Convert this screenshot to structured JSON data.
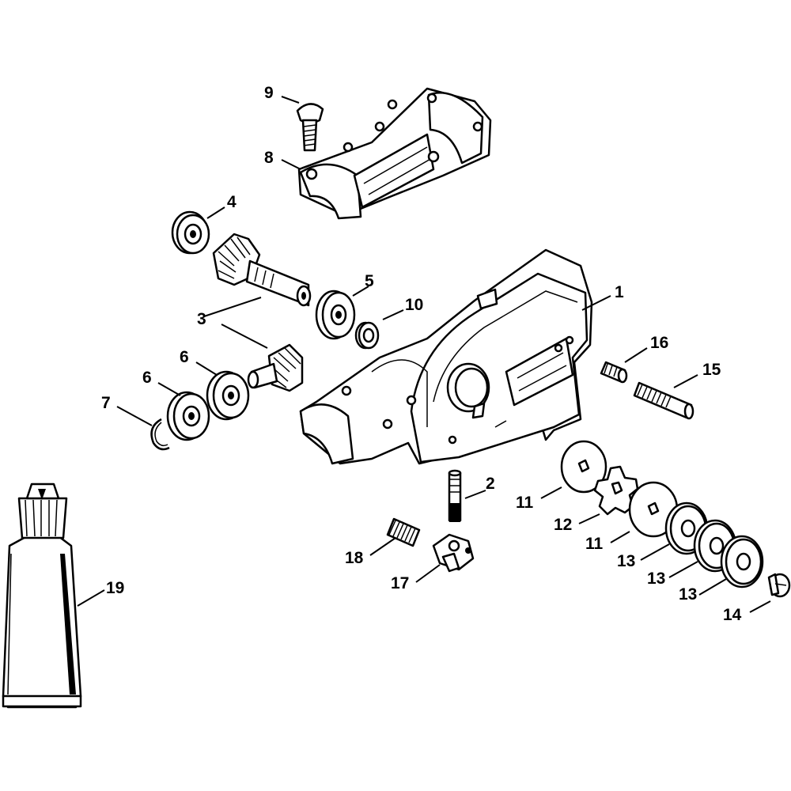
{
  "callouts": {
    "c1": "1",
    "c2": "2",
    "c3": "3",
    "c4": "4",
    "c5": "5",
    "c6a": "6",
    "c6b": "6",
    "c7": "7",
    "c8": "8",
    "c9": "9",
    "c10": "10",
    "c11a": "11",
    "c11b": "11",
    "c12": "12",
    "c13a": "13",
    "c13b": "13",
    "c13c": "13",
    "c14": "14",
    "c15": "15",
    "c16": "16",
    "c17": "17",
    "c18": "18",
    "c19": "19"
  }
}
